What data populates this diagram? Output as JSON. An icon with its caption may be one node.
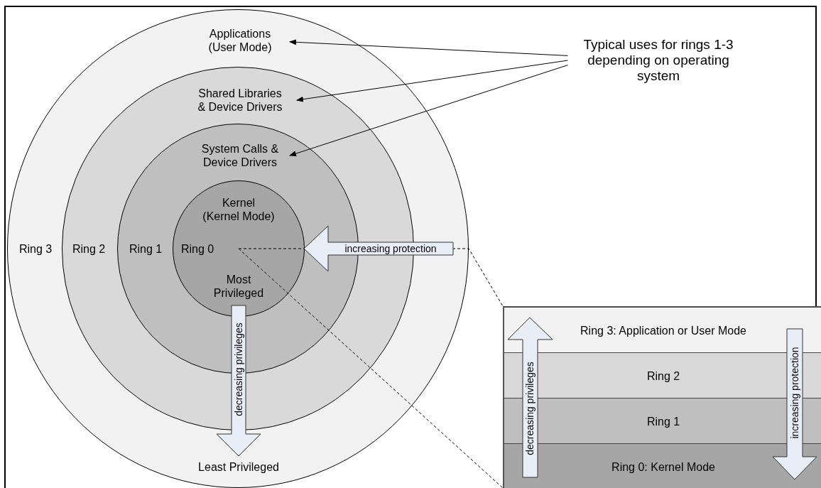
{
  "diagram": {
    "nodes": [
      {
        "text": [
          "Ring 3"
        ]
      },
      {
        "text": [
          "Applications (User Mode)"
        ],
        "in": 0
      },
      {
        "text": [
          "Ring 2"
        ],
        "in": 0
      },
      {
        "text": [
          "Shared Libraries & Device Drivers"
        ],
        "in": 2
      },
      {
        "text": [
          "Ring 1"
        ],
        "in": 2
      },
      {
        "text": [
          "System Calls & Device Drivers"
        ],
        "in": 4
      },
      {
        "text": [
          "Kernel (Kernel Mode)",
          "Ring 0",
          "Most Privileged"
        ],
        "in": 4
      },
      {
        "text": [
          "Typical uses for rings 1-3 depending on operating system"
        ]
      },
      {
        "text": [],
        "shape": "box"
      },
      {
        "text": [
          "Ring 3: Application or User Mode"
        ],
        "in": 8
      },
      {
        "text": [
          "Ring 2"
        ],
        "in": 8
      },
      {
        "text": [
          "Ring 1"
        ],
        "in": 8
      },
      {
        "text": [
          "Ring 0: Kernel Mode"
        ],
        "in": 8
      }
    ],
    "edges": [
      {
        "from": 7,
        "to": 1,
        "arrow": "to"
      },
      {
        "from": 7,
        "to": 3,
        "arrow": "to"
      },
      {
        "from": 7,
        "to": 5,
        "arrow": "to"
      },
      {
        "from": 6,
        "to": 8,
        "arrow": "none",
        "style": "dashed"
      },
      {
        "from": 6,
        "to": 8,
        "arrow": "none",
        "style": "dashed"
      }
    ],
    "labels": [
      "increasing protection",
      "decreasing privileges",
      "Least Privileged",
      "decreasing privileges",
      "increasing protection"
    ]
  }
}
